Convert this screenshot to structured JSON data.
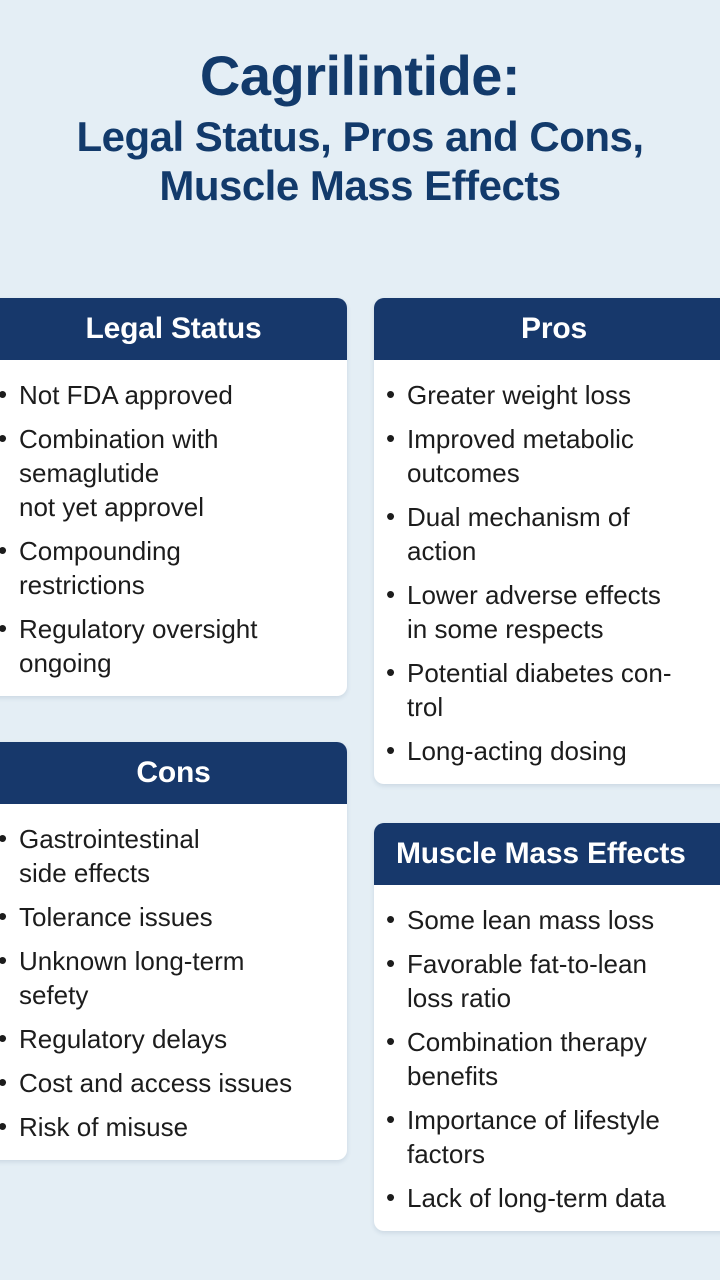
{
  "page": {
    "background_color": "#e4eef5",
    "accent_color": "#17386b",
    "title_color": "#123a6b",
    "body_text_color": "#1c1c1c"
  },
  "title": {
    "main": "Cagrilintide:",
    "subtitle": "Legal Status, Pros and Cons,\nMuscle Mass Effects"
  },
  "cards": [
    {
      "id": "legal-status",
      "header": "Legal Status",
      "items": [
        "Not FDA approved",
        "Combination with\nsemaglutide\nnot yet approvel",
        "Compounding\nrestrictions",
        "Regulatory oversight\nongoing"
      ]
    },
    {
      "id": "pros",
      "header": "Pros",
      "items": [
        "Greater weight loss",
        "Improved metabolic\noutcomes",
        "Dual mechanism of\naction",
        "Lower adverse effects\nin some respects",
        "Potential diabetes con-\ntrol",
        "Long-acting dosing"
      ]
    },
    {
      "id": "cons",
      "header": "Cons",
      "items": [
        "Gastrointestinal\nside effects",
        "Tolerance issues",
        "Unknown long-term\nsefety",
        "Regulatory delays",
        "Cost and access issues",
        "Risk of misuse"
      ]
    },
    {
      "id": "muscle-mass-effects",
      "header": "Muscle Mass Effects",
      "items": [
        "Some lean mass loss",
        "Favorable fat-to-lean\nloss ratio",
        "Combination therapy\nbenefits",
        "Importance of lifestyle\nfactors",
        "Lack of long-term data"
      ]
    }
  ]
}
